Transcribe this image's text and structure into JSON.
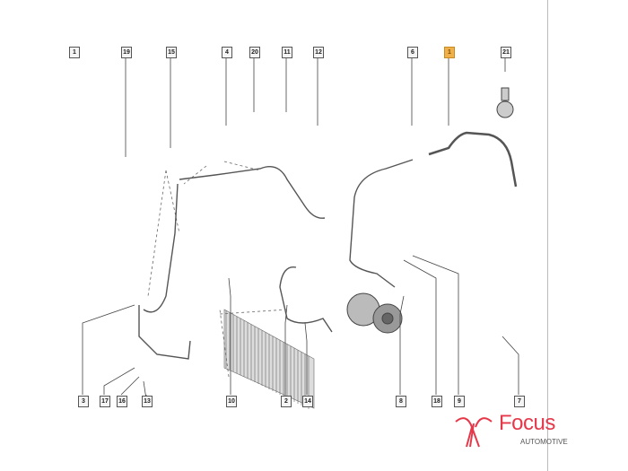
{
  "diagram": {
    "callouts_top": [
      "1",
      "19",
      "15",
      "4",
      "20",
      "11",
      "12",
      "6",
      "1",
      "21"
    ],
    "callouts_bottom": [
      "3",
      "17",
      "16",
      "13",
      "10",
      "2",
      "14",
      "8",
      "18",
      "9",
      "7"
    ],
    "highlighted_part": "1",
    "highlight_color": "#f0b14a"
  },
  "logo": {
    "name": "Focus",
    "subtitle": "AUTOMOTIVE",
    "color": "#e5394b"
  }
}
